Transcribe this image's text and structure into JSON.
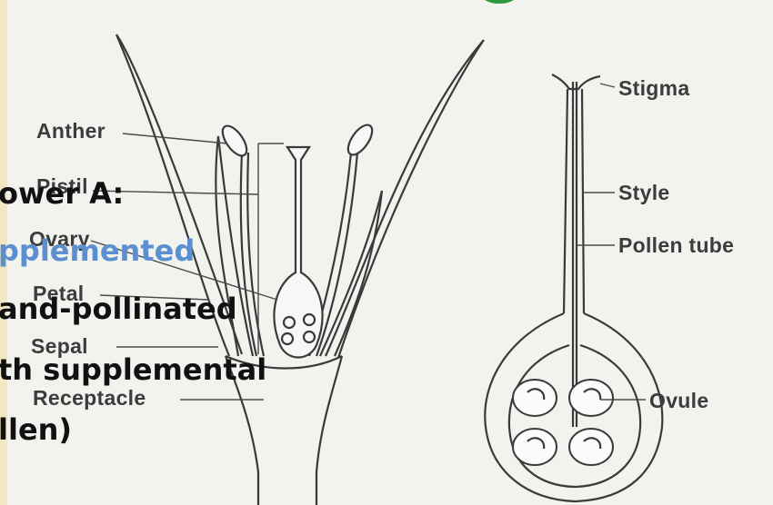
{
  "diagram_labels": {
    "anther": "Anther",
    "pistil": "Pistil",
    "ovary": "Ovary",
    "petal": "Petal",
    "sepal": "Sepal",
    "receptacle": "Receptacle",
    "stigma": "Stigma",
    "style": "Style",
    "pollen_tube": "Pollen tube",
    "ovule": "Ovule"
  },
  "overlay_text": {
    "heading": "ower A:",
    "heading_suffix": ":",
    "supplemented": "pplemented",
    "line_hand": "and-pollinated",
    "line_with": "th supplemental",
    "line_pollen": "llen)"
  },
  "colors": {
    "background": "#f3e7c2",
    "panel": "#f2f2ef",
    "accent_green": "#2a9a3b",
    "supplemented_blue": "#5b8fd0",
    "text_black": "#111111",
    "label_gray": "#3c3c3c"
  }
}
